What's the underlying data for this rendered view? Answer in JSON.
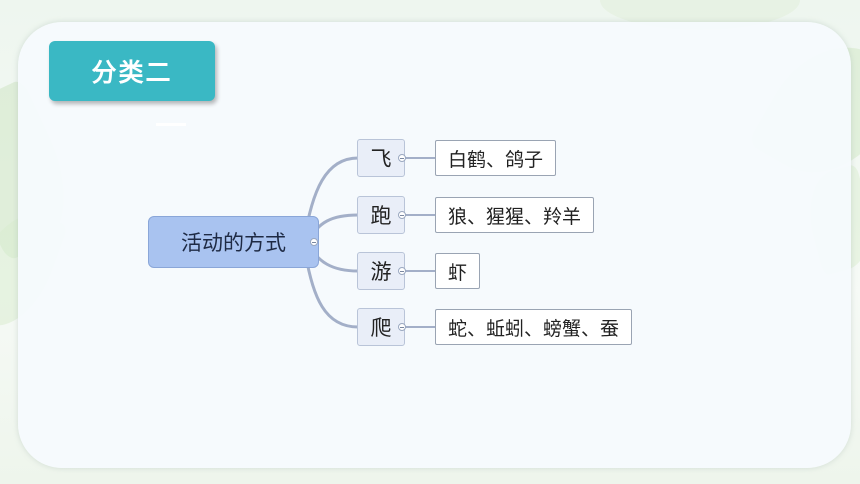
{
  "badge": {
    "label": "分类二"
  },
  "mindmap": {
    "root": "活动的方式",
    "branches": [
      {
        "label": "飞",
        "leaf": "白鹤、鸽子"
      },
      {
        "label": "跑",
        "leaf": "狼、猩猩、羚羊"
      },
      {
        "label": "游",
        "leaf": "虾"
      },
      {
        "label": "爬",
        "leaf": "蛇、蚯蚓、螃蟹、蚕"
      }
    ]
  },
  "colors": {
    "badge": "#3ab8c4",
    "root_node": "#a9c3f0",
    "branch_node": "#e9eef8",
    "connector": "#a3afc8"
  }
}
